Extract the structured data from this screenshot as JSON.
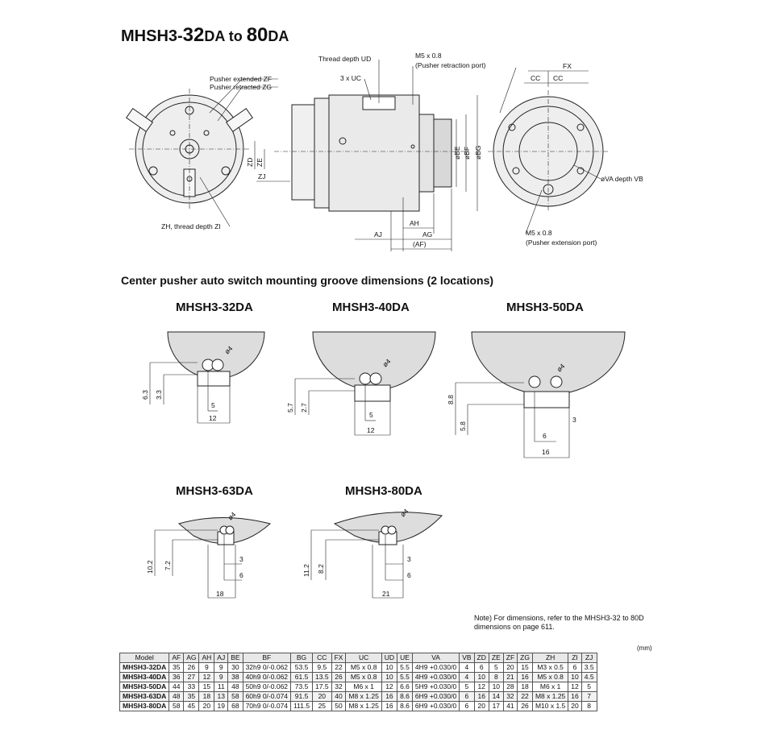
{
  "title": {
    "prefix": "MHSH3-",
    "n1": "32",
    "mid1": "DA to ",
    "n2": "80",
    "suffix": "DA"
  },
  "main_labels": {
    "thread_depth_ud": "Thread depth UD",
    "m5_top": "M5 x 0.8",
    "pusher_retraction_port": "(Pusher retraction port)",
    "pusher_extended": "Pusher extended ZF",
    "pusher_retracted": "Pusher retracted ZG",
    "three_uc": "3 x UC",
    "zh_thread": "ZH, thread depth ZI",
    "zd": "ZD",
    "ze": "ZE",
    "zj": "ZJ",
    "obe": "øBE",
    "obf": "øBF",
    "obg": "øBG",
    "ah": "AH",
    "aj": "AJ",
    "ag": "AG",
    "af": "(AF)",
    "fx": "FX",
    "cc1": "CC",
    "cc2": "CC",
    "ova": "øVA depth VB",
    "m5_bottom": "M5 x 0.8",
    "pusher_extension_port": "(Pusher extension port)"
  },
  "section_heading": "Center pusher auto switch mounting groove dimensions (2 locations)",
  "grooves": [
    {
      "model": "MHSH3-32DA",
      "h1": "6.3",
      "h2": "3.3",
      "w1": "5",
      "w2": "12",
      "d": "ø4"
    },
    {
      "model": "MHSH3-40DA",
      "h1": "5.7",
      "h2": "2.7",
      "w1": "5",
      "w2": "12",
      "d": "ø4"
    },
    {
      "model": "MHSH3-50DA",
      "h1": "8.8",
      "h2": "5.8",
      "w1": "6",
      "w2": "16",
      "w3": "3",
      "d": "ø4"
    },
    {
      "model": "MHSH3-63DA",
      "h1": "10.2",
      "h2": "7.2",
      "w1": "3",
      "w2": "6",
      "w3": "18",
      "d": "ø4"
    },
    {
      "model": "MHSH3-80DA",
      "h1": "11.2",
      "h2": "8.2",
      "w1": "3",
      "w2": "6",
      "w3": "21",
      "d": "ø4"
    }
  ],
  "note": "Note) For dimensions, refer to the MHSH3-32 to 80D dimensions on page 611.",
  "unit": "(mm)",
  "table": {
    "headers": [
      "Model",
      "AF",
      "AG",
      "AH",
      "AJ",
      "BE",
      "BF",
      "BG",
      "CC",
      "FX",
      "UC",
      "UD",
      "UE",
      "VA",
      "VB",
      "ZD",
      "ZE",
      "ZF",
      "ZG",
      "ZH",
      "ZI",
      "ZJ"
    ],
    "rows": [
      [
        "MHSH3-32DA",
        "35",
        "26",
        "9",
        "9",
        "30",
        "32h9 0/-0.062",
        "53.5",
        "9.5",
        "22",
        "M5 x 0.8",
        "10",
        "5.5",
        "4H9 +0.030/0",
        "4",
        "6",
        "5",
        "20",
        "15",
        "M3 x 0.5",
        "6",
        "3.5"
      ],
      [
        "MHSH3-40DA",
        "36",
        "27",
        "12",
        "9",
        "38",
        "40h9 0/-0.062",
        "61.5",
        "13.5",
        "26",
        "M5 x 0.8",
        "10",
        "5.5",
        "4H9 +0.030/0",
        "4",
        "10",
        "8",
        "21",
        "16",
        "M5 x 0.8",
        "10",
        "4.5"
      ],
      [
        "MHSH3-50DA",
        "44",
        "33",
        "15",
        "11",
        "48",
        "50h9 0/-0.062",
        "73.5",
        "17.5",
        "32",
        "M6 x 1",
        "12",
        "6.6",
        "5H9 +0.030/0",
        "5",
        "12",
        "10",
        "28",
        "18",
        "M6 x 1",
        "12",
        "5"
      ],
      [
        "MHSH3-63DA",
        "48",
        "35",
        "18",
        "13",
        "58",
        "60h9 0/-0.074",
        "91.5",
        "20",
        "40",
        "M8 x 1.25",
        "16",
        "8.6",
        "6H9 +0.030/0",
        "6",
        "16",
        "14",
        "32",
        "22",
        "M8 x 1.25",
        "16",
        "7"
      ],
      [
        "MHSH3-80DA",
        "58",
        "45",
        "20",
        "19",
        "68",
        "70h9 0/-0.074",
        "111.5",
        "25",
        "50",
        "M8 x 1.25",
        "16",
        "8.6",
        "6H9 +0.030/0",
        "6",
        "20",
        "17",
        "41",
        "26",
        "M10 x 1.5",
        "20",
        "8"
      ]
    ]
  }
}
